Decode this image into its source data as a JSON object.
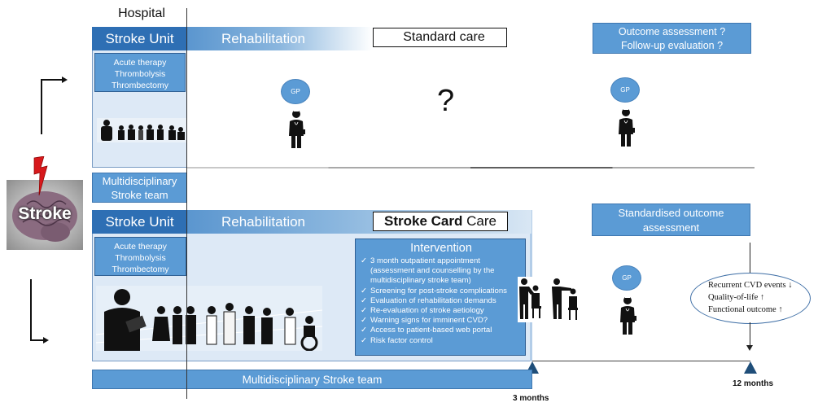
{
  "hospital_label": "Hospital",
  "stroke_icon_label": "Stroke",
  "standard_pathway": {
    "stroke_unit": "Stroke Unit",
    "rehabilitation": "Rehabilitation",
    "care_label": "Standard care",
    "acute_therapy": [
      "Acute therapy",
      "Thrombolysis",
      "Thrombectomy"
    ],
    "gp_label": "GP",
    "unknown_marker": "?",
    "followup_gp_label": "GP",
    "outcome_box": [
      "Outcome assessment ?",
      "Follow-up evaluation ?"
    ]
  },
  "multidisciplinary_team_middle": [
    "Multidisciplinary",
    "Stroke team"
  ],
  "stroke_card_pathway": {
    "stroke_unit": "Stroke Unit",
    "rehabilitation": "Rehabilitation",
    "care_label_bold": "Stroke Card",
    "care_label_suffix": " Care",
    "acute_therapy": [
      "Acute therapy",
      "Thrombolysis",
      "Thrombectomy"
    ],
    "intervention": {
      "title": "Intervention",
      "check_glyph": "✓",
      "items": [
        "3 month outpatient appointment (assessment and counselling by the multidisciplinary stroke team)",
        "Screening for post-stroke complications",
        "Evaluation of rehabilitation demands",
        "Re-evaluation of stroke aetiology",
        "Warning signs for imminent CVD?",
        "Access to patient-based web portal",
        "Risk factor control"
      ]
    },
    "gp_label": "GP",
    "outcome_box": [
      "Standardised outcome",
      "assessment"
    ],
    "outcomes": [
      "Recurrent CVD events ↓",
      "Quality-of-life ↑",
      "Functional outcome ↑"
    ],
    "team_bar": "Multidisciplinary Stroke team",
    "milestones": [
      "3 months",
      "12 months"
    ]
  },
  "colors": {
    "header_blue": "#2e6fb4",
    "box_blue": "#5b9bd5",
    "panel_light": "#dde9f6",
    "marker_navy": "#1f4e79",
    "bolt_red": "#d7191c"
  }
}
